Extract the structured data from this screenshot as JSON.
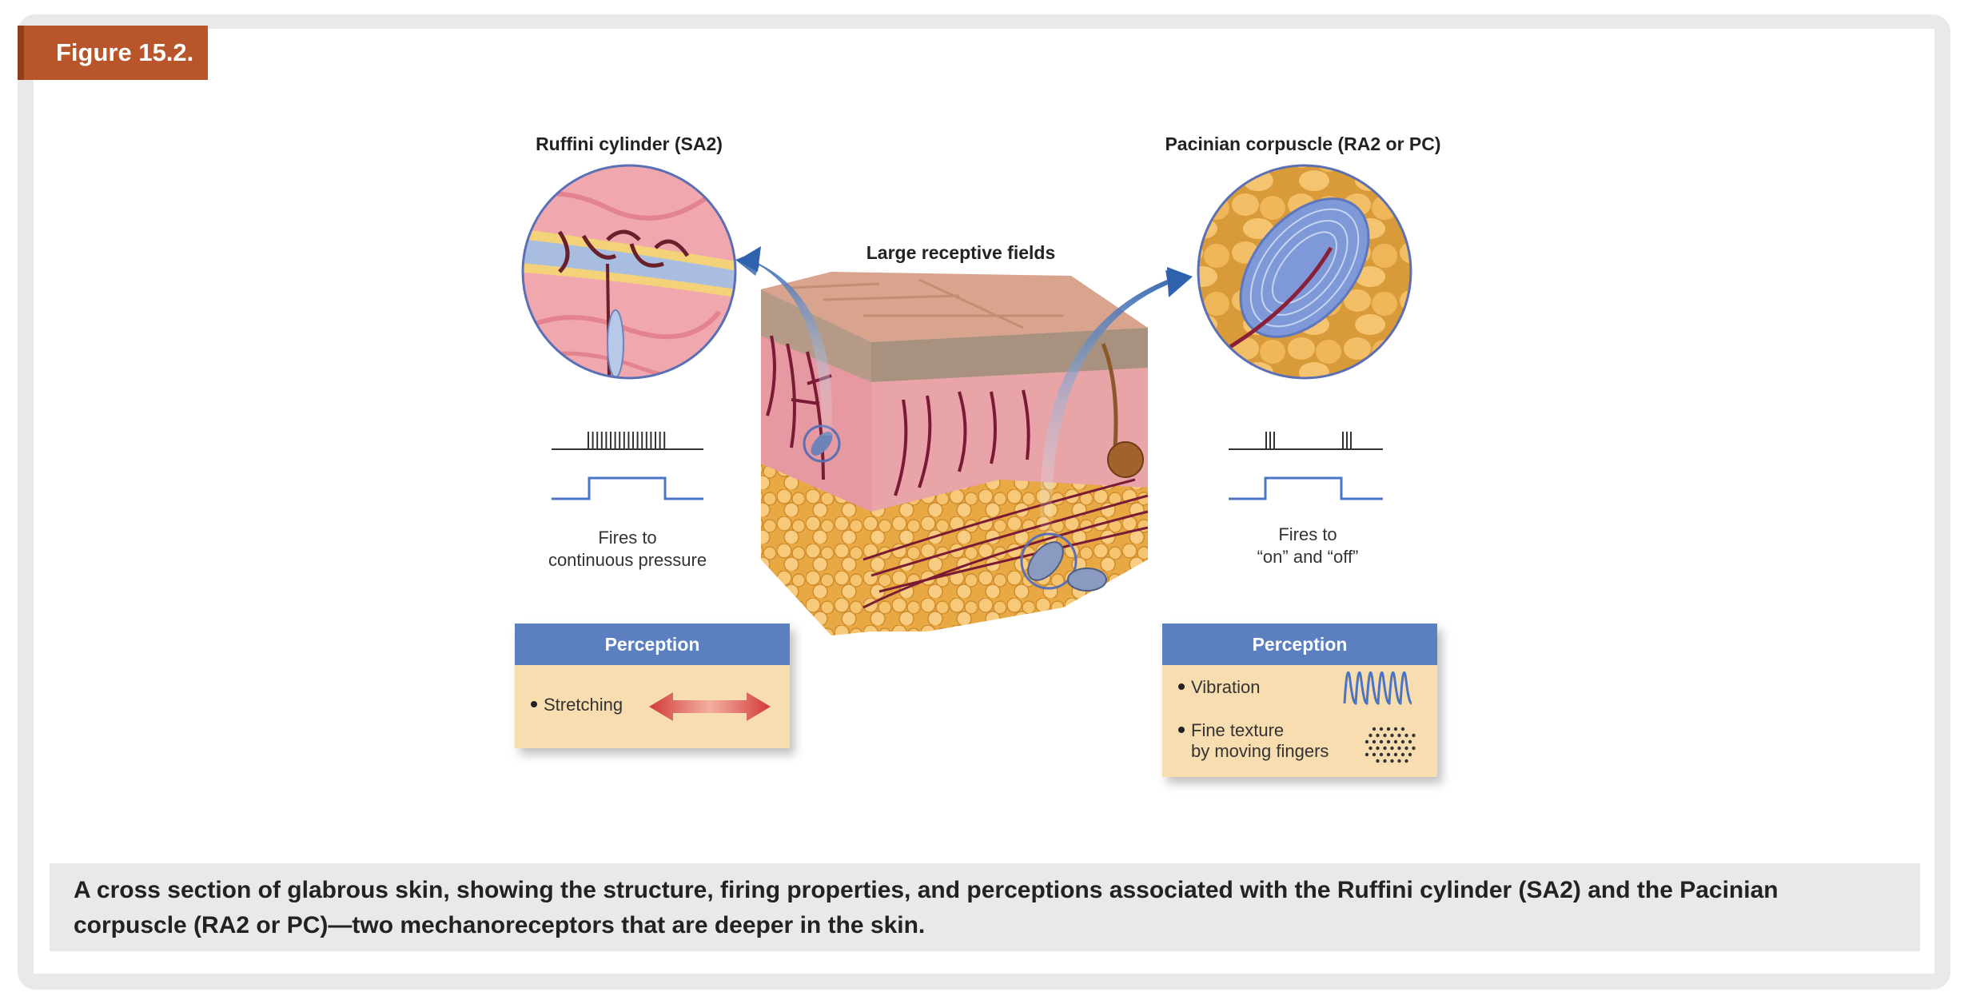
{
  "figure": {
    "label": "Figure 15.2."
  },
  "diagram": {
    "left_title": "Ruffini cylinder (SA2)",
    "right_title": "Pacinian corpuscle (RA2 or PC)",
    "center_title": "Large receptive fields",
    "left_fires_line1": "Fires to",
    "left_fires_line2": "continuous pressure",
    "right_fires_line1": "Fires to",
    "right_fires_line2": "“on” and “off”",
    "left_perception": {
      "header": "Perception",
      "items": [
        "Stretching"
      ]
    },
    "right_perception": {
      "header": "Perception",
      "items": [
        "Vibration",
        "Fine texture",
        "by moving fingers"
      ]
    }
  },
  "caption": {
    "text": "A cross section of glabrous skin, showing the structure, firing properties, and perceptions associated with the Ruffini cylinder (SA2) and the Pacinian corpuscle (RA2 or PC)—two mechanoreceptors that are deeper in the skin."
  },
  "colors": {
    "figure_label_bg": "#b8552a",
    "perception_header_bg": "#5b7fbf",
    "perception_body_bg": "#f8ddb0",
    "signal_blue": "#4a74c4",
    "arrow_blue": "#2f62ad",
    "stretch_arrow_red": "#d23a3a"
  }
}
